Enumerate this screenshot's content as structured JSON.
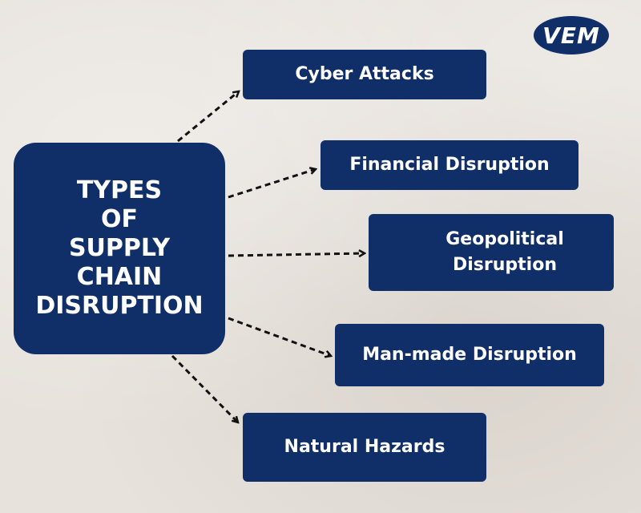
{
  "logo": {
    "text": "VEM"
  },
  "central": {
    "label": "TYPES\nOF\nSUPPLY\nCHAIN\nDISRUPTION"
  },
  "branches": {
    "cyber": "Cyber Attacks",
    "financial": "Financial Disruption",
    "geopolitical": "Geopolitical\nDisruption",
    "manmade": "Man-made Disruption",
    "natural": "Natural Hazards"
  },
  "colors": {
    "box": "#102e68",
    "text": "#ffffff",
    "arrow": "#111111",
    "background": "#e7e2dc"
  }
}
